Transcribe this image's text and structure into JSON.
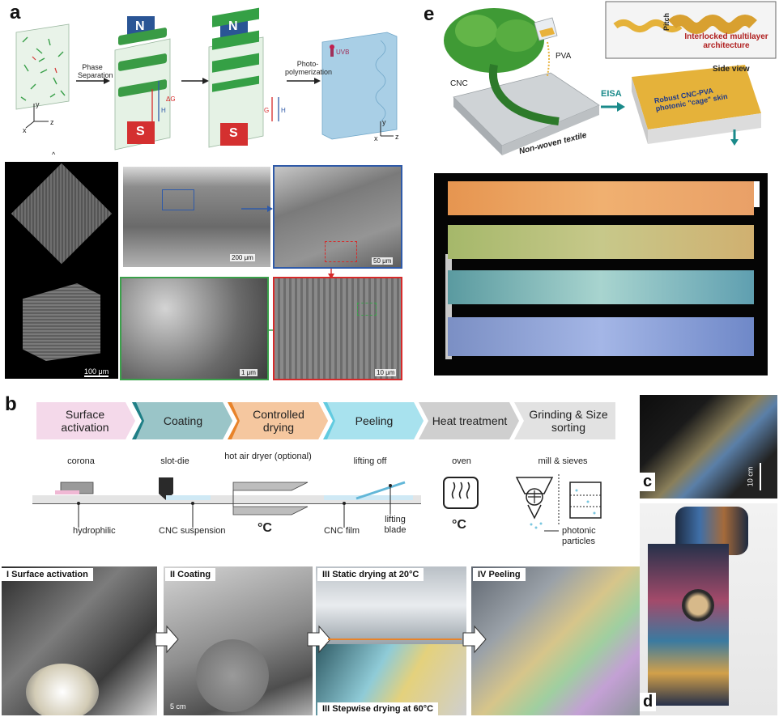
{
  "panels": {
    "a": "a",
    "b": "b",
    "c": "c",
    "d": "d",
    "e": "e"
  },
  "panel_a": {
    "magnet_n": "N",
    "magnet_s": "S",
    "arrow_phase_separation": "Phase Separation",
    "arrow_photo": "Photo-polymerization",
    "uvb": "UVB",
    "axis_x": "x",
    "axis_y": "y",
    "axis_z": "z",
    "field_g": "G",
    "field_h": "H",
    "field_deltag": "ΔG",
    "caret": "^",
    "scale_200": "200 μm",
    "scale_50": "50 μm",
    "scale_1": "1 μm",
    "scale_10": "10 μm",
    "scale_100": "100 μm"
  },
  "panel_b": {
    "steps": [
      "Surface activation",
      "Coating",
      "Controlled drying",
      "Peeling",
      "Heat treatment",
      "Grinding & Size sorting"
    ],
    "equipment": [
      "corona",
      "slot-die",
      "hot air dryer (optional)",
      "lifting off",
      "oven",
      "mill & sieves"
    ],
    "callouts": {
      "hydrophilic": "hydrophilic",
      "cnc_suspension": "CNC suspension",
      "cnc_film": "CNC film",
      "lifting_blade": "lifting blade",
      "photonic_particles": "photonic particles",
      "temp1": "°C",
      "temp2": "°C"
    },
    "photos": {
      "p1": "I  Surface activation",
      "p2": "II  Coating",
      "p3a": "III  Static drying at 20°C",
      "p3b": "III  Stepwise drying at 60°C",
      "p4": "IV  Peeling",
      "scale_5cm": "5 cm"
    }
  },
  "panel_c": {
    "scale": "10 cm"
  },
  "panel_e": {
    "cnc": "CNC",
    "pva": "PVA",
    "textile": "Non-woven textile",
    "eisa": "EISA",
    "skin": "Robust CNC-PVA photonic \"cage\" skin",
    "pitch": "Pitch",
    "interlocked": "Interlocked multilayer architecture",
    "side_view": "Side view"
  },
  "colors": {
    "field_g": "#d62a2a",
    "field_h": "#2f5aa8",
    "magnet_n": "#2a5595",
    "magnet_s": "#d43030",
    "step_1": "#f3cfe6",
    "step_2": "#1f7f86",
    "step_3": "#e8832a",
    "step_4": "#62cbe0",
    "step_5": "#cfcfcf",
    "step_6": "#dcdcdc",
    "eisa": "#1a8a8a"
  }
}
